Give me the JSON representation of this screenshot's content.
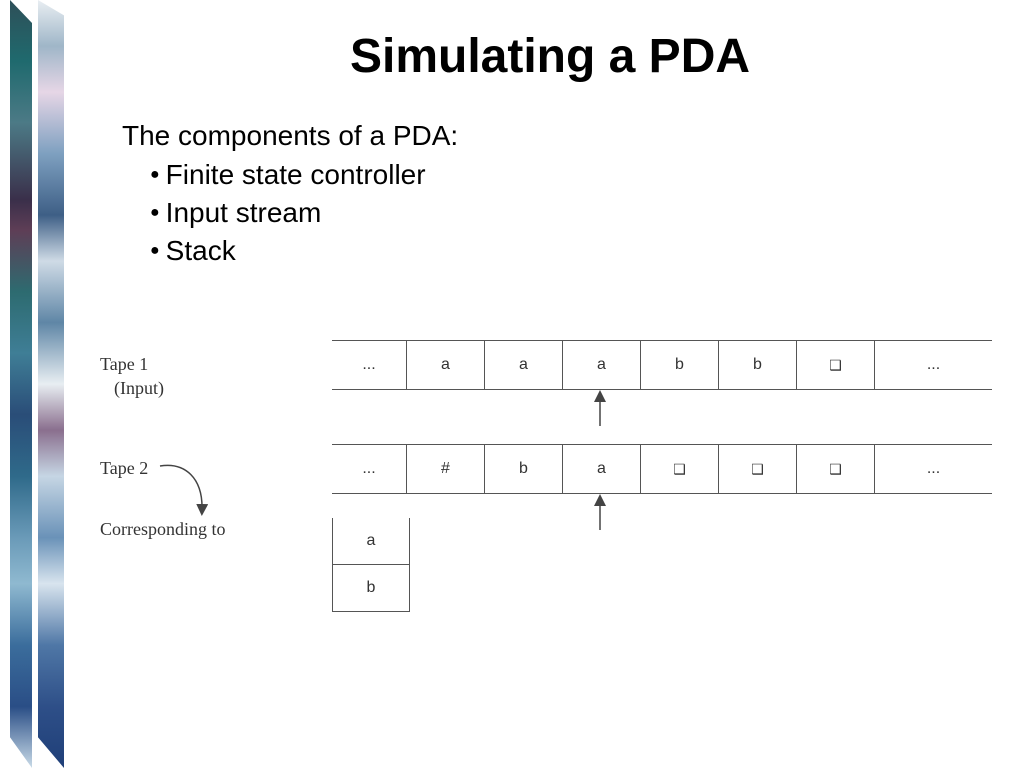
{
  "slide": {
    "title": "Simulating a PDA",
    "intro": "The components of a PDA:",
    "bullets": [
      "Finite state controller",
      "Input stream",
      "Stack"
    ],
    "bullet_glyph": "●"
  },
  "diagram": {
    "tape1_label": "Tape 1",
    "tape1_sublabel": "(Input)",
    "tape2_label": "Tape 2",
    "corresponding_label": "Corresponding to",
    "tape1_cells": [
      "...",
      "a",
      "a",
      "a",
      "b",
      "b",
      "❑",
      "..."
    ],
    "tape2_cells": [
      "...",
      "#",
      "b",
      "a",
      "❑",
      "❑",
      "❑",
      "..."
    ],
    "stack_cells": [
      "a",
      "b"
    ]
  }
}
